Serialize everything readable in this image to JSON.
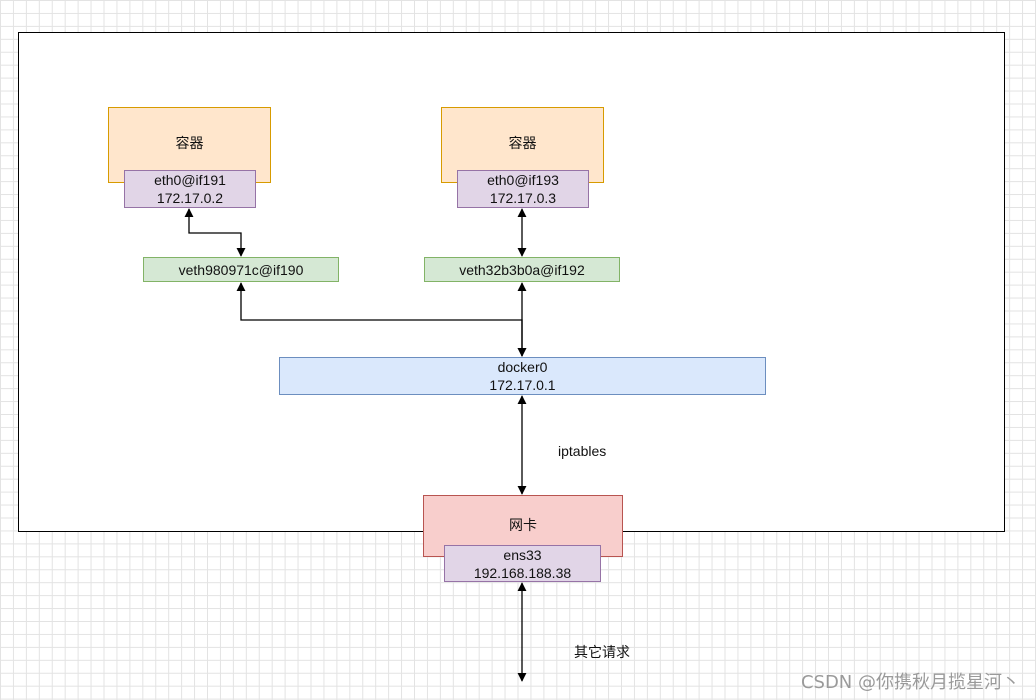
{
  "containers": [
    {
      "title": "容器",
      "iface_name": "eth0@if191",
      "iface_ip": "172.17.0.2",
      "veth": "veth980971c@if190"
    },
    {
      "title": "容器",
      "iface_name": "eth0@if193",
      "iface_ip": "172.17.0.3",
      "veth": "veth32b3b0a@if192"
    }
  ],
  "bridge": {
    "name": "docker0",
    "ip": "172.17.0.1"
  },
  "nic": {
    "title": "网卡",
    "name": "ens33",
    "ip": "192.168.188.38"
  },
  "labels": {
    "iptables": "iptables",
    "other_requests": "其它请求"
  },
  "watermark": "CSDN @你携秋月揽星河丶",
  "colors": {
    "container_fill": "#ffe6cc",
    "container_stroke": "#d79b00",
    "iface_fill": "#e1d5e7",
    "iface_stroke": "#9673a6",
    "veth_fill": "#d5e8d4",
    "veth_stroke": "#82b366",
    "bridge_fill": "#dae8fc",
    "bridge_stroke": "#6c8ebf",
    "nic_fill": "#f8cecc",
    "nic_stroke": "#b85450"
  }
}
